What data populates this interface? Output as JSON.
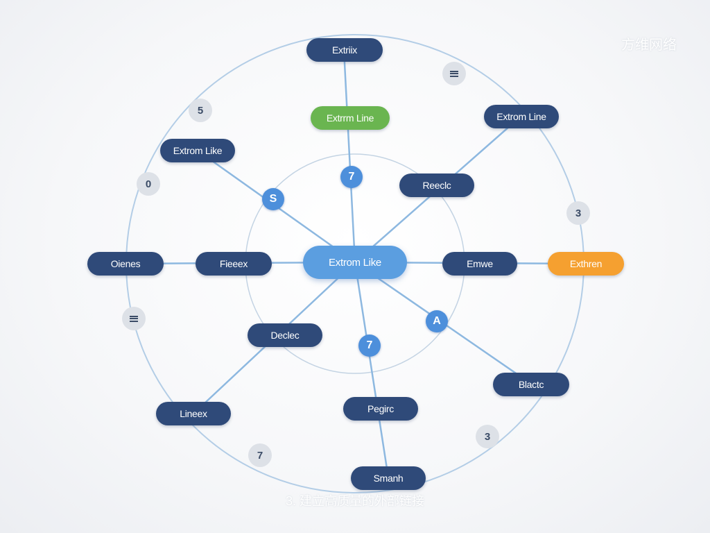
{
  "watermark": "方维网络",
  "caption": "3. 建立高质量的外部链接",
  "center": {
    "label": "Extrom Like"
  },
  "nodes": [
    {
      "label": "Extriix"
    },
    {
      "label": "Extrrm Line"
    },
    {
      "label": "Extrom Like"
    },
    {
      "label": "Extrom Line"
    },
    {
      "label": "Reeclc"
    },
    {
      "label": "Oienes"
    },
    {
      "label": "Fieeex"
    },
    {
      "label": "Emwe"
    },
    {
      "label": "Exthren"
    },
    {
      "label": "Declec"
    },
    {
      "label": "Blactc"
    },
    {
      "label": "Lineex"
    },
    {
      "label": "Pegirc"
    },
    {
      "label": "Smanh"
    }
  ],
  "badges": [
    {
      "label": "7"
    },
    {
      "label": "S"
    },
    {
      "label": "A"
    },
    {
      "label": "7"
    },
    {
      "label": "5"
    },
    {
      "label": "0"
    },
    {
      "label": "3"
    },
    {
      "label": "3"
    },
    {
      "label": "7"
    }
  ],
  "icons": [
    "menu-icon",
    "menu-icon"
  ],
  "colors": {
    "node_dark": "#2f4a79",
    "node_center": "#5b9ee0",
    "node_green": "#6ab550",
    "node_orange": "#f5a030",
    "badge_blue": "#4d8fdb",
    "badge_grey": "#dde1e7",
    "connector": "#8db8e0",
    "ring": "#b3cde6"
  }
}
